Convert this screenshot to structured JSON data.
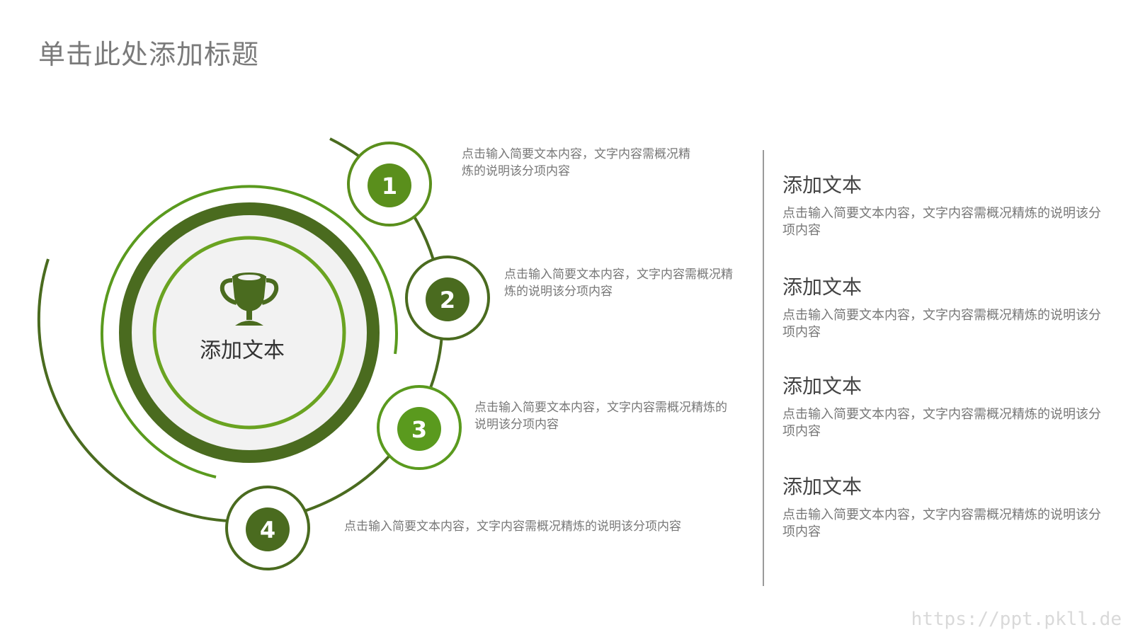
{
  "slide": {
    "title": "单击此处添加标题",
    "watermark": "https://ppt.pkll.de"
  },
  "center": {
    "label": "添加文本",
    "icon": "trophy-icon"
  },
  "steps": [
    {
      "number": "1",
      "description": "点击输入简要文本内容，文字内容需概况精炼的说明该分项内容"
    },
    {
      "number": "2",
      "description": "点击输入简要文本内容，文字内容需概况精炼的说明该分项内容"
    },
    {
      "number": "3",
      "description": "点击输入简要文本内容，文字内容需概况精炼的说明该分项内容"
    },
    {
      "number": "4",
      "description": "点击输入简要文本内容，文字内容需概况精炼的说明该分项内容"
    }
  ],
  "side_items": [
    {
      "title": "添加文本",
      "body": "点击输入简要文本内容，文字内容需概况精炼的说明该分项内容"
    },
    {
      "title": "添加文本",
      "body": "点击输入简要文本内容，文字内容需概况精炼的说明该分项内容"
    },
    {
      "title": "添加文本",
      "body": "点击输入简要文本内容，文字内容需概况精炼的说明该分项内容"
    },
    {
      "title": "添加文本",
      "body": "点击输入简要文本内容，文字内容需概况精炼的说明该分项内容"
    }
  ],
  "colors": {
    "dark_green": "#4a6b1f",
    "mid_green": "#5a8f1c",
    "light_green": "#6aa321",
    "ring_fill": "#f2f2f2",
    "text_gray": "#777777"
  }
}
